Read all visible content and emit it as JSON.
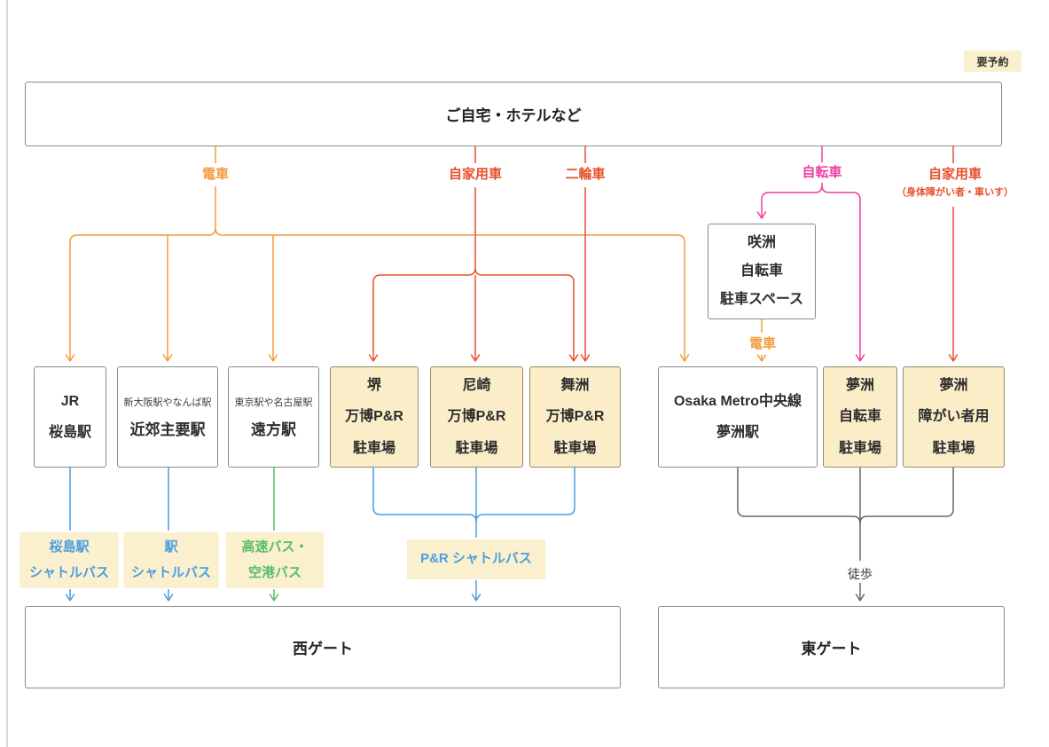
{
  "badge": "要予約",
  "origin": {
    "label": "ご自宅・ホテルなど"
  },
  "edge_labels": {
    "train": "電車",
    "private_car": "自家用車",
    "motorcycle": "二輪車",
    "bicycle": "自転車",
    "accessible_car": "自家用車",
    "accessible_car_note": "（身体障がい者・車いす）",
    "train_from_sakishima": "電車",
    "walk": "徒歩"
  },
  "stations": {
    "jr_sakurajima": {
      "line1": "JR",
      "line2": "桜島駅"
    },
    "suburban_major": {
      "note": "新大阪駅やなんば駅",
      "name": "近郊主要駅"
    },
    "distant": {
      "note": "東京駅や名古屋駅",
      "name": "遠方駅"
    },
    "sakai_pr": {
      "line1": "堺",
      "line2": "万博P&R",
      "line3": "駐車場"
    },
    "amagasaki_pr": {
      "line1": "尼崎",
      "line2": "万博P&R",
      "line3": "駐車場"
    },
    "maishima_pr": {
      "line1": "舞洲",
      "line2": "万博P&R",
      "line3": "駐車場"
    },
    "sakishima_bicycle": {
      "line1": "咲洲",
      "line2": "自転車",
      "line3": "駐車スペース"
    },
    "metro_yumeshima": {
      "line1": "Osaka Metro中央線",
      "line2": "夢洲駅"
    },
    "yumeshima_bicycle": {
      "line1": "夢洲",
      "line2": "自転車",
      "line3": "駐車場"
    },
    "yumeshima_accessible": {
      "line1": "夢洲",
      "line2": "障がい者用",
      "line3": "駐車場"
    }
  },
  "shuttles": {
    "sakurajima": {
      "line1": "桜島駅",
      "line2": "シャトルバス"
    },
    "station": {
      "line1": "駅",
      "line2": "シャトルバス"
    },
    "highway_airport": {
      "line1": "高速バス・",
      "line2": "空港バス"
    },
    "pr_shuttle": {
      "line1": "P&R シャトルバス"
    }
  },
  "gates": {
    "west": "西ゲート",
    "east": "東ゲート"
  },
  "colors": {
    "train_orange": "#F59A3B",
    "car_red": "#E8502C",
    "bicycle_magenta": "#EE3FA0",
    "shuttle_blue": "#4B9EE0",
    "bus_green": "#56BD68",
    "walk_gray": "#666666",
    "highlight_yellow": "#FAEDC8",
    "label_yellow": "#FBF0CE"
  }
}
